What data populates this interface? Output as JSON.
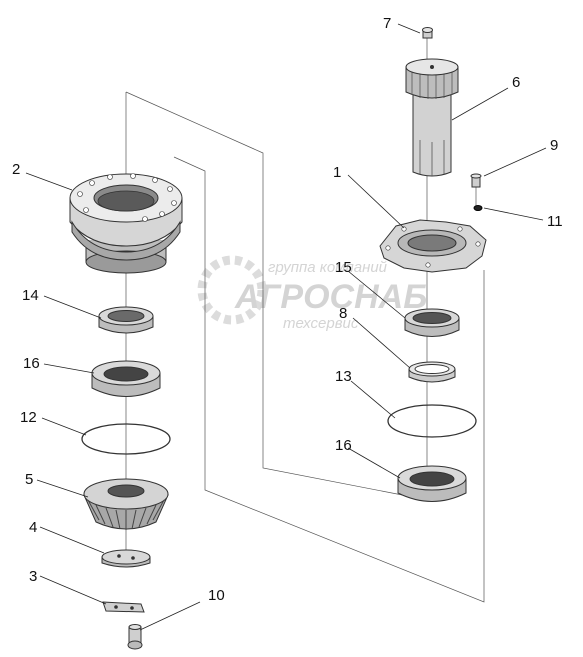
{
  "diagram": {
    "callouts": [
      {
        "id": "c7",
        "label": "7"
      },
      {
        "id": "c6",
        "label": "6"
      },
      {
        "id": "c9",
        "label": "9"
      },
      {
        "id": "c1",
        "label": "1"
      },
      {
        "id": "c11",
        "label": "11"
      },
      {
        "id": "c2",
        "label": "2"
      },
      {
        "id": "c15",
        "label": "15"
      },
      {
        "id": "c8",
        "label": "8"
      },
      {
        "id": "c14",
        "label": "14"
      },
      {
        "id": "c13",
        "label": "13"
      },
      {
        "id": "c16a",
        "label": "16"
      },
      {
        "id": "c12",
        "label": "12"
      },
      {
        "id": "c16b",
        "label": "16"
      },
      {
        "id": "c5",
        "label": "5"
      },
      {
        "id": "c4",
        "label": "4"
      },
      {
        "id": "c3",
        "label": "3"
      },
      {
        "id": "c10",
        "label": "10"
      }
    ]
  },
  "watermark": {
    "line1": "группа компаний",
    "line2": "АГРОСНАБ",
    "line3": "техсервис"
  }
}
